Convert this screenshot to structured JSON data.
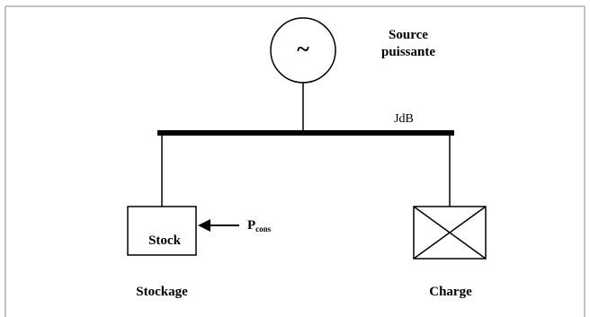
{
  "source": {
    "symbol": "~",
    "label_line1": "Source",
    "label_line2": "puissante"
  },
  "busbar": {
    "label": "JdB"
  },
  "storage": {
    "box_label": "Stock",
    "caption": "Stockage",
    "input_main": "P",
    "input_sub": "cons"
  },
  "load": {
    "caption": "Charge"
  },
  "colors": {
    "stroke": "#000000",
    "background": "#ffffff",
    "frame": "#9a9a9a"
  }
}
